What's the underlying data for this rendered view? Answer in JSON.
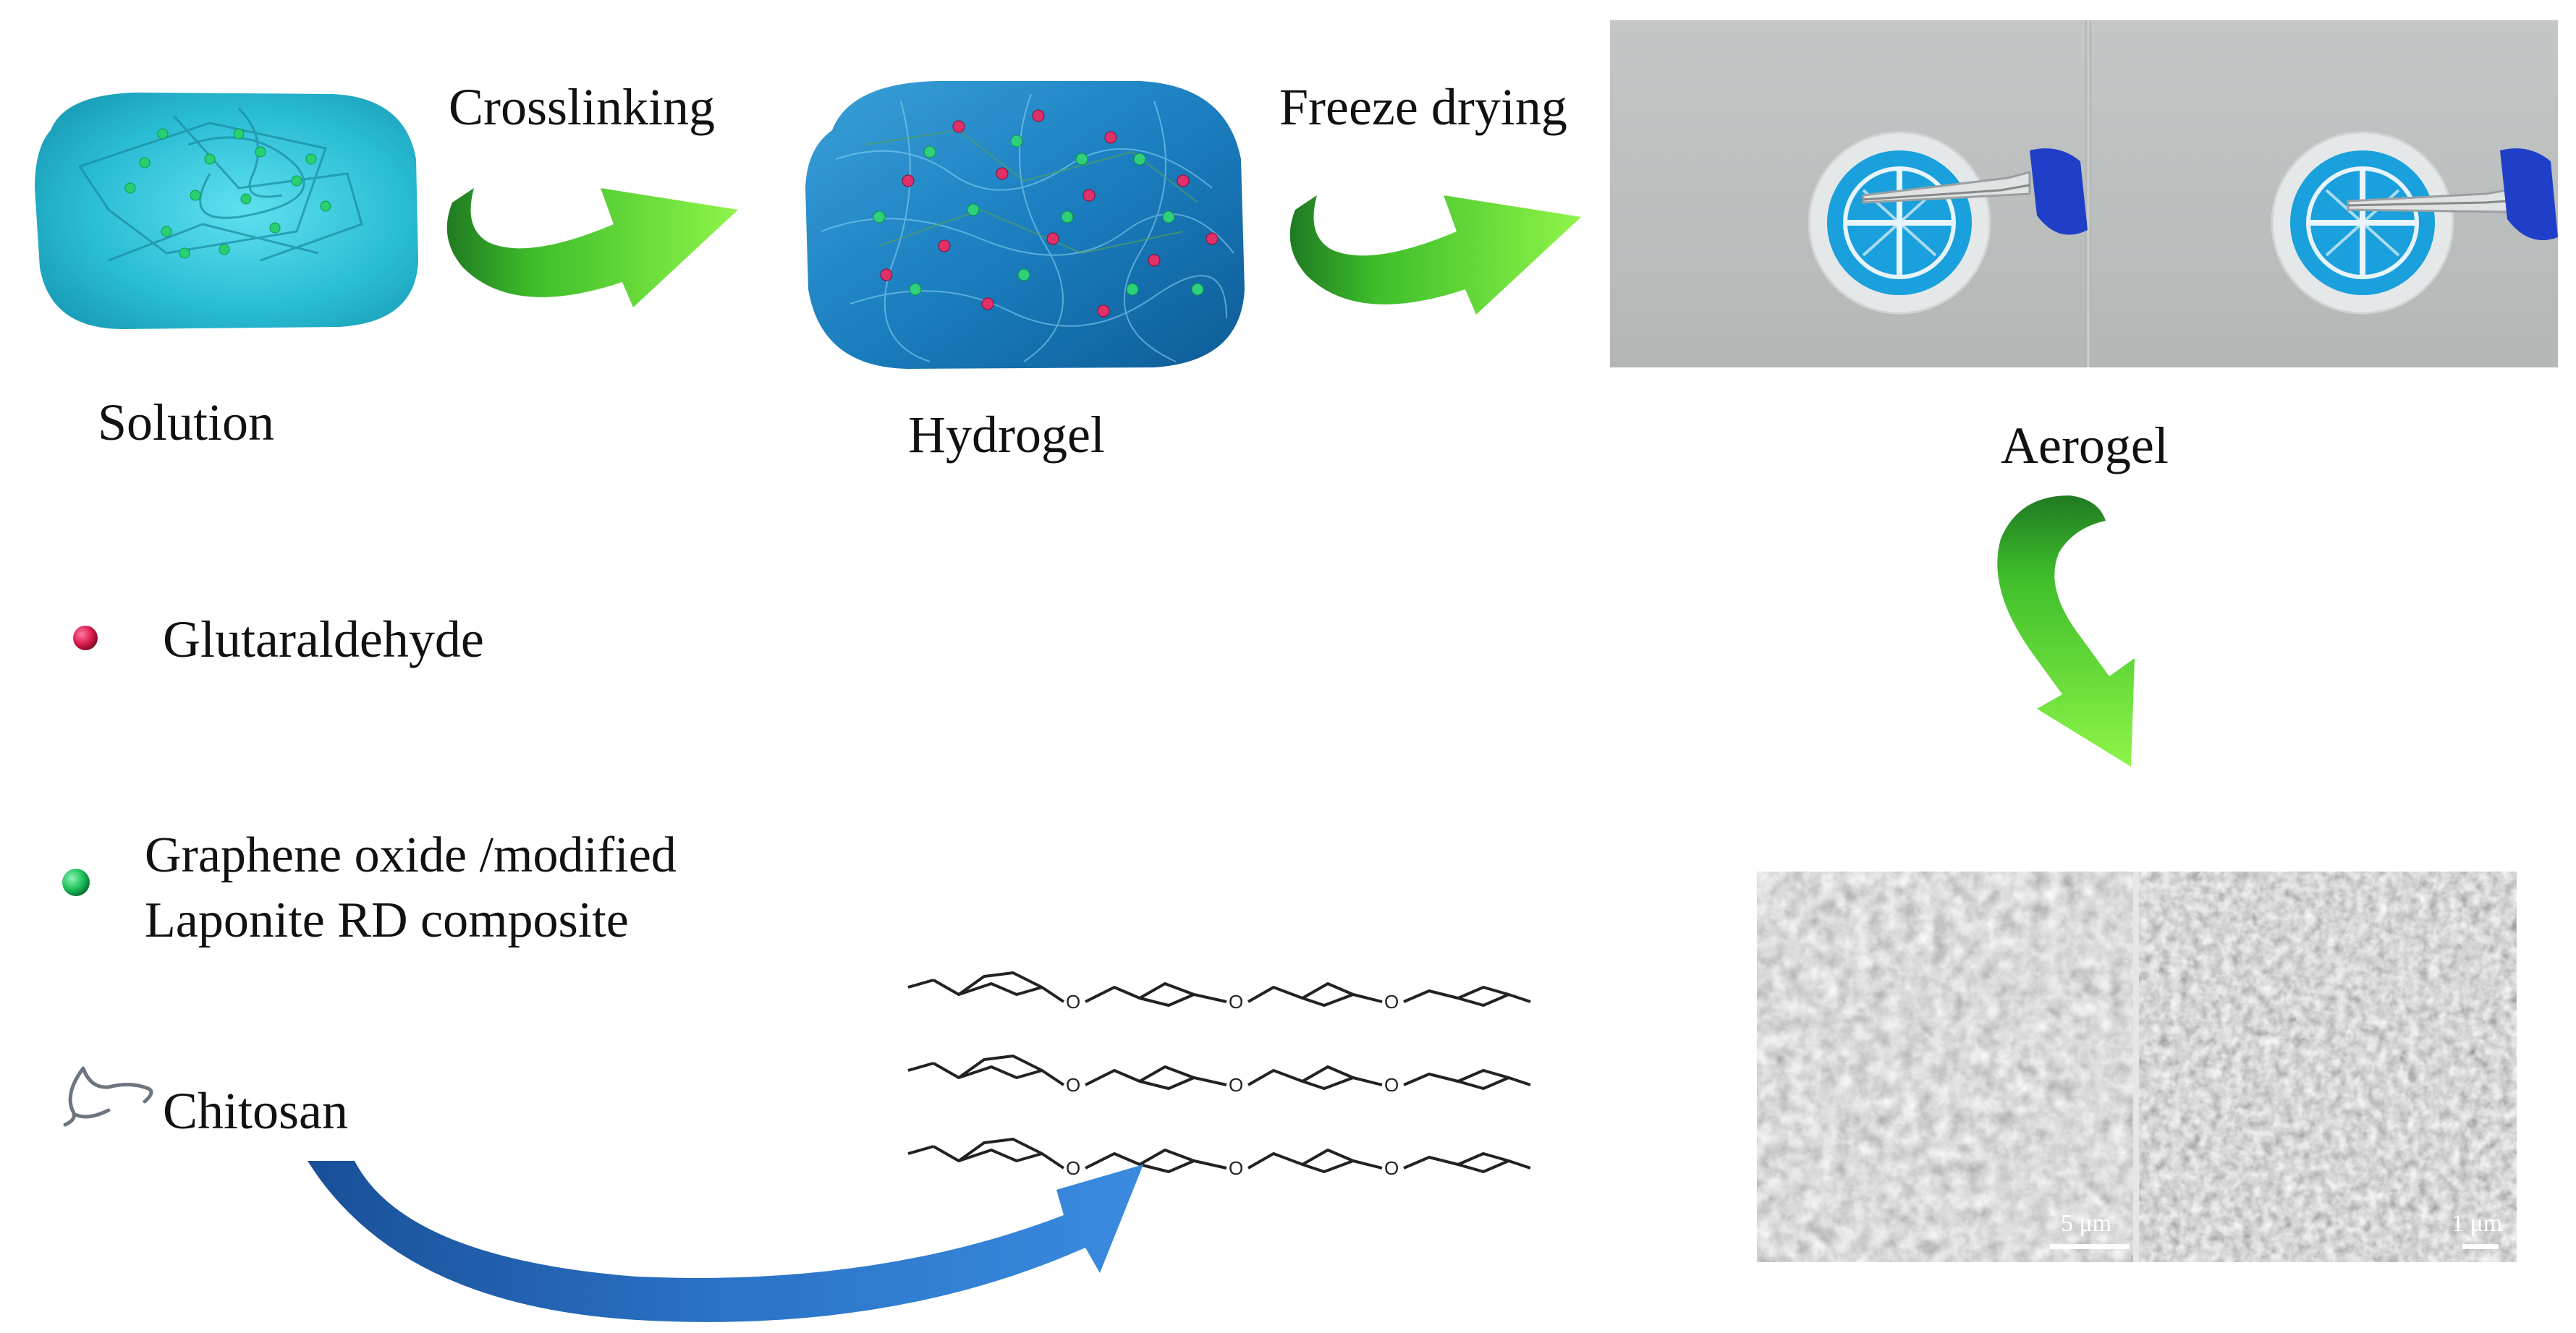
{
  "steps": {
    "crosslinking": "Crosslinking",
    "freeze_drying": "Freeze drying"
  },
  "states": {
    "solution": "Solution",
    "hydrogel": "Hydrogel",
    "aerogel": "Aerogel"
  },
  "legend": {
    "glutaraldehyde": "Glutaraldehyde",
    "composite_line1": "Graphene oxide /modified",
    "composite_line2": "Laponite RD composite",
    "chitosan": "Chitosan"
  },
  "chitosan_structure": {
    "oxygen_label": "O"
  },
  "sem": {
    "scale_left": "5 μm",
    "scale_right": "1 μm"
  },
  "colors": {
    "gel_cyan": "#2fc3d6",
    "hydrogel_blue": "#1f86c2",
    "glutaraldehyde_red": "#d81b4a",
    "composite_green": "#1bbf5a",
    "arrow_green": "#6ee02a",
    "arrow_blue": "#1f5fb0",
    "logo_blue": "#1aa0dc"
  }
}
